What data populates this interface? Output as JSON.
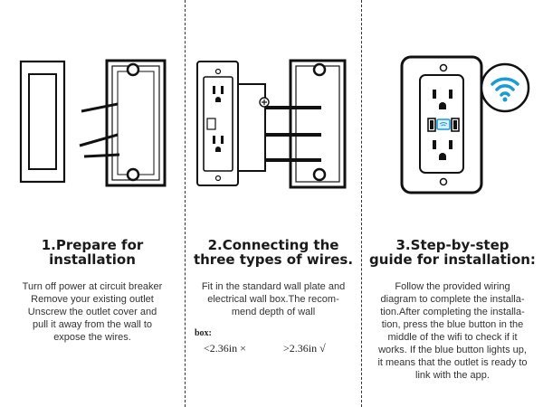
{
  "steps": [
    {
      "title": "1.Prepare for\ninstallation",
      "body": "Turn off power at circuit breaker\nRemove your existing outlet\nUnscrew the outlet cover and\npull it away from the wall to\nexpose the wires."
    },
    {
      "title": "2.Connecting the\nthree types of wires.",
      "body": "Fit in the standard wall plate and\nelectrical wall box.The recom-\nmend depth of wall",
      "note_label": "box:",
      "measure_short": "<2.36in ×",
      "measure_ok": ">2.36in √"
    },
    {
      "title": "3.Step-by-step\nguide for installation:",
      "body": "Follow the provided wiring\ndiagram to complete the installa-\ntion.After completing the installa-\ntion, press the blue button in the\nmiddle of the wifi to check if it\nworks. If the blue button lights up,\nit means that the outlet is ready to\nlink with the app."
    }
  ],
  "icons": {
    "wifi_badge": "wifi-icon",
    "wifi_color": "#1a9ad6",
    "button_color": "#1a9ad6"
  }
}
